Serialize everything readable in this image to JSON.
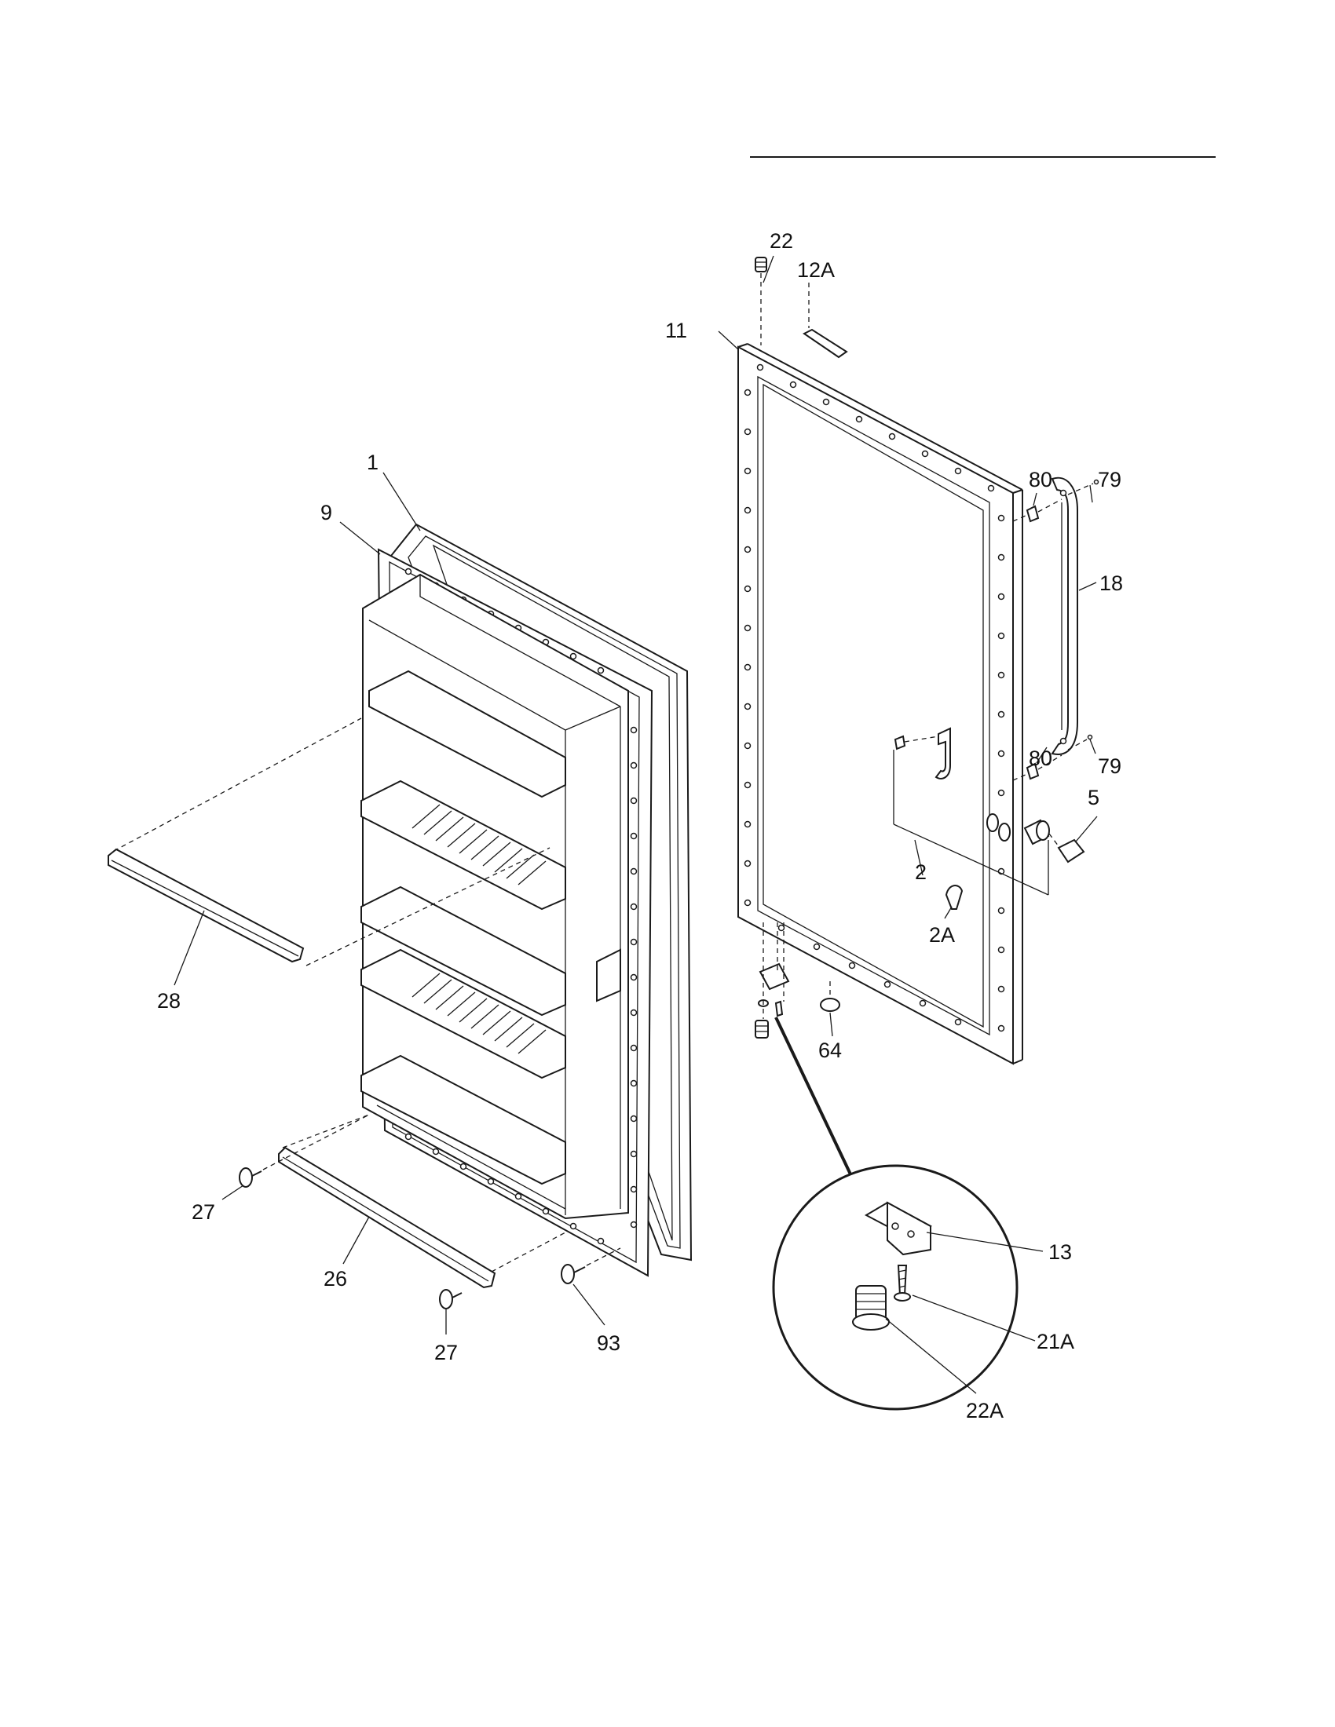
{
  "callouts": [
    {
      "id": "c1",
      "label": "1"
    },
    {
      "id": "c9",
      "label": "9"
    },
    {
      "id": "c28",
      "label": "28"
    },
    {
      "id": "c27a",
      "label": "27"
    },
    {
      "id": "c26",
      "label": "26"
    },
    {
      "id": "c27b",
      "label": "27"
    },
    {
      "id": "c93",
      "label": "93"
    },
    {
      "id": "c22",
      "label": "22"
    },
    {
      "id": "c12A",
      "label": "12A"
    },
    {
      "id": "c11",
      "label": "11"
    },
    {
      "id": "c80a",
      "label": "80"
    },
    {
      "id": "c79a",
      "label": "79"
    },
    {
      "id": "c18",
      "label": "18"
    },
    {
      "id": "c80b",
      "label": "80"
    },
    {
      "id": "c79b",
      "label": "79"
    },
    {
      "id": "c5",
      "label": "5"
    },
    {
      "id": "c2",
      "label": "2"
    },
    {
      "id": "c2A",
      "label": "2A"
    },
    {
      "id": "c64",
      "label": "64"
    },
    {
      "id": "c13",
      "label": "13"
    },
    {
      "id": "c21A",
      "label": "21A"
    },
    {
      "id": "c22A",
      "label": "22A"
    }
  ]
}
